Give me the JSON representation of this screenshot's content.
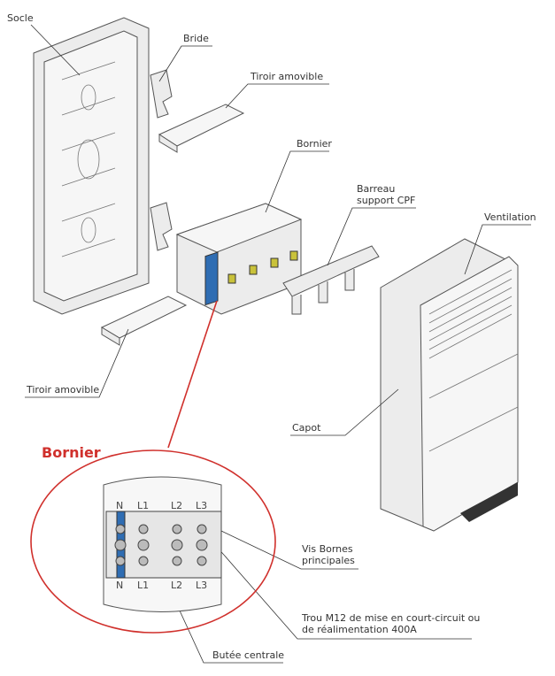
{
  "labels": {
    "socle": "Socle",
    "bride": "Bride",
    "tiroir_top": "Tiroir amovible",
    "bornier": "Bornier",
    "barreau_1": "Barreau",
    "barreau_2": "support CPF",
    "ventilation": "Ventilation",
    "tiroir_bottom": "Tiroir amovible",
    "capot": "Capot",
    "detail_title": "Bornier",
    "vis_1": "Vis Bornes",
    "vis_2": "principales",
    "trou_1": "Trou M12 de mise en court-circuit ou",
    "trou_2": "de réalimentation 400A",
    "butee": "Butée centrale"
  },
  "terminals": [
    "N",
    "L1",
    "L2",
    "L3"
  ],
  "colors": {
    "accent": "#d0302c",
    "neutral_bar": "#2f6db3"
  }
}
